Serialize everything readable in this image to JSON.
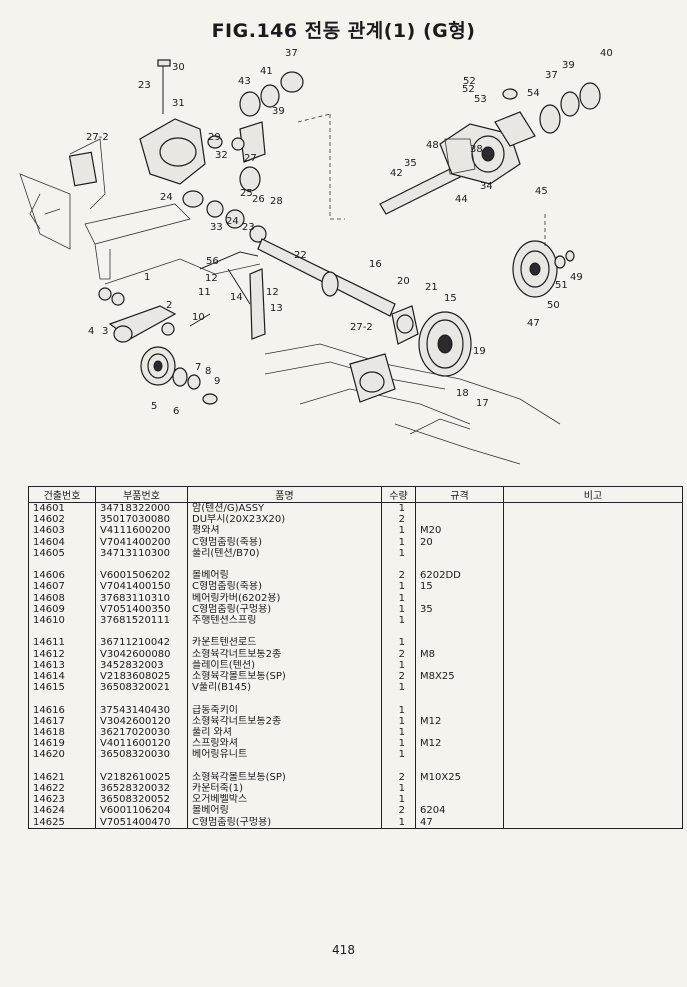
{
  "title": "FIG.146 전동 관계(1) (G형)",
  "callouts": [
    "30",
    "31",
    "23",
    "27-2",
    "43",
    "41",
    "39",
    "37",
    "40",
    "39",
    "37",
    "52",
    "53",
    "54",
    "29",
    "32",
    "27",
    "42",
    "35",
    "48",
    "38",
    "34",
    "44",
    "45",
    "24",
    "33",
    "25",
    "26",
    "28",
    "24",
    "23",
    "56",
    "22",
    "12",
    "11",
    "12",
    "16",
    "20",
    "21",
    "15",
    "14",
    "13",
    "27-2",
    "1",
    "2",
    "4",
    "3",
    "10",
    "7",
    "8",
    "9",
    "5",
    "6",
    "19",
    "18",
    "17",
    "47",
    "50",
    "51",
    "49",
    "52"
  ],
  "table": {
    "headers": [
      "건출번호",
      "부품번호",
      "품명",
      "수량",
      "규격",
      "비고"
    ],
    "rows": [
      {
        "no": "14601",
        "part": "34718322000",
        "name": "암(텐션/G)ASSY",
        "qty": "1",
        "spec": ""
      },
      {
        "no": "14602",
        "part": "35017030080",
        "name": "DU부시(20X23X20)",
        "qty": "2",
        "spec": ""
      },
      {
        "no": "14603",
        "part": "V4111600200",
        "name": "평와셔",
        "qty": "1",
        "spec": "M20"
      },
      {
        "no": "14604",
        "part": "V7041400200",
        "name": "C형멈춤링(축용)",
        "qty": "1",
        "spec": "20"
      },
      {
        "no": "14605",
        "part": "34713110300",
        "name": "풀리(텐션/B70)",
        "qty": "1",
        "spec": ""
      },
      {
        "gap": true
      },
      {
        "no": "14606",
        "part": "V6001506202",
        "name": "볼베어링",
        "qty": "2",
        "spec": "6202DD"
      },
      {
        "no": "14607",
        "part": "V7041400150",
        "name": "C형멈춤링(축용)",
        "qty": "1",
        "spec": "15"
      },
      {
        "no": "14608",
        "part": "37683110310",
        "name": "베어링카버(6202용)",
        "qty": "1",
        "spec": ""
      },
      {
        "no": "14609",
        "part": "V7051400350",
        "name": "C형멈춤링(구멍용)",
        "qty": "1",
        "spec": "35"
      },
      {
        "no": "14610",
        "part": "37681520111",
        "name": "주행텐션스프링",
        "qty": "1",
        "spec": ""
      },
      {
        "gap": true
      },
      {
        "no": "14611",
        "part": "36711210042",
        "name": "카운트텐션로드",
        "qty": "1",
        "spec": ""
      },
      {
        "no": "14612",
        "part": "V3042600080",
        "name": "소형육각너트보통2종",
        "qty": "2",
        "spec": "M8"
      },
      {
        "no": "14613",
        "part": "3452832003",
        "name": "플레이트(텐션)",
        "qty": "1",
        "spec": ""
      },
      {
        "no": "14614",
        "part": "V2183608025",
        "name": "소형육각볼트보통(SP)",
        "qty": "2",
        "spec": "M8X25"
      },
      {
        "no": "14615",
        "part": "36508320021",
        "name": "V풀리(B145)",
        "qty": "1",
        "spec": ""
      },
      {
        "gap": true
      },
      {
        "no": "14616",
        "part": "37543140430",
        "name": "급동축키이",
        "qty": "1",
        "spec": ""
      },
      {
        "no": "14617",
        "part": "V3042600120",
        "name": "소형육각너트보통2종",
        "qty": "1",
        "spec": "M12"
      },
      {
        "no": "14618",
        "part": "36217020030",
        "name": "풀리 와셔",
        "qty": "1",
        "spec": ""
      },
      {
        "no": "14619",
        "part": "V4011600120",
        "name": "스프링와셔",
        "qty": "1",
        "spec": "M12"
      },
      {
        "no": "14620",
        "part": "36508320030",
        "name": "베어링유니트",
        "qty": "1",
        "spec": ""
      },
      {
        "gap": true
      },
      {
        "no": "14621",
        "part": "V2182610025",
        "name": "소형육각볼트보통(SP)",
        "qty": "2",
        "spec": "M10X25"
      },
      {
        "no": "14622",
        "part": "36528320032",
        "name": "카운터축(1)",
        "qty": "1",
        "spec": ""
      },
      {
        "no": "14623",
        "part": "36508320052",
        "name": "오거베벨박스",
        "qty": "1",
        "spec": ""
      },
      {
        "no": "14624",
        "part": "V6001106204",
        "name": "볼베어링",
        "qty": "2",
        "spec": "6204"
      },
      {
        "no": "14625",
        "part": "V7051400470",
        "name": "C형멈춤링(구멍용)",
        "qty": "1",
        "spec": "47"
      }
    ]
  },
  "page_number": "418"
}
